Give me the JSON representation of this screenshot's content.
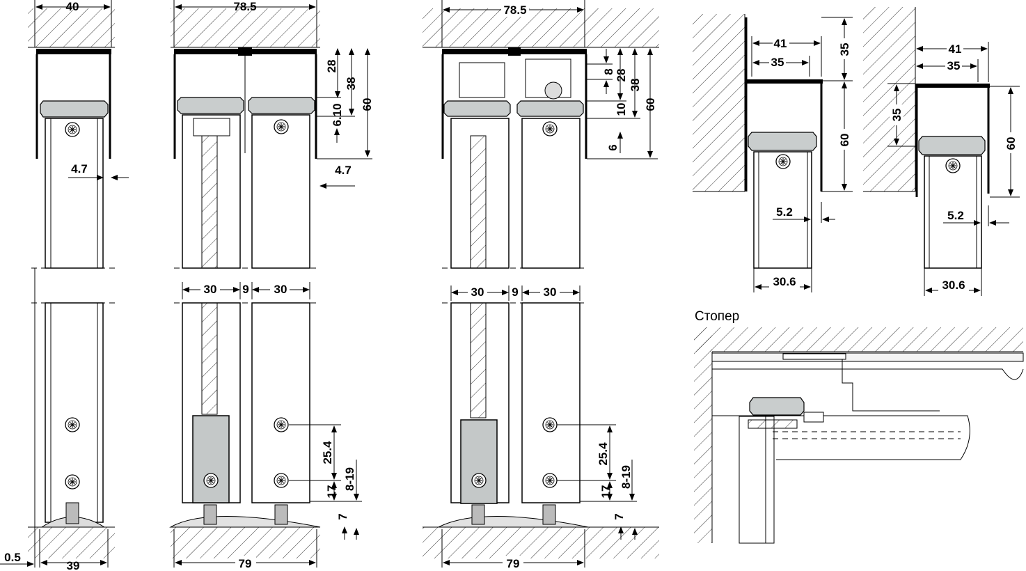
{
  "view1": {
    "width_top": "40",
    "gap": "4.7",
    "offset": "0.5",
    "width_bottom": "39"
  },
  "view2": {
    "width_top": "78.5",
    "d28": "28",
    "d38": "38",
    "d60": "60",
    "d6_10": "6.10",
    "gap": "4.7",
    "door1": "30",
    "spacing": "9",
    "door2": "30",
    "d25_4": "25.4",
    "d8_19": "8-19",
    "d17": "17",
    "d7": "7",
    "width_bottom": "79"
  },
  "view3": {
    "width_top": "78.5",
    "d8": "8",
    "d28": "28",
    "d38": "38",
    "d60": "60",
    "d10": "10",
    "d6": "6",
    "door1": "30",
    "spacing": "9",
    "door2": "30",
    "d25_4": "25.4",
    "d8_19": "8-19",
    "d17": "17",
    "d7": "7",
    "width_bottom": "79"
  },
  "view4": {
    "d41": "41",
    "d35h": "35",
    "d35v": "35",
    "d60": "60",
    "gap": "5.2",
    "door": "30.6"
  },
  "view5": {
    "d41": "41",
    "d35h": "35",
    "d35v": "35",
    "d60": "60",
    "gap": "5.2",
    "door": "30.6"
  },
  "stopper": {
    "title": "Стопер"
  }
}
